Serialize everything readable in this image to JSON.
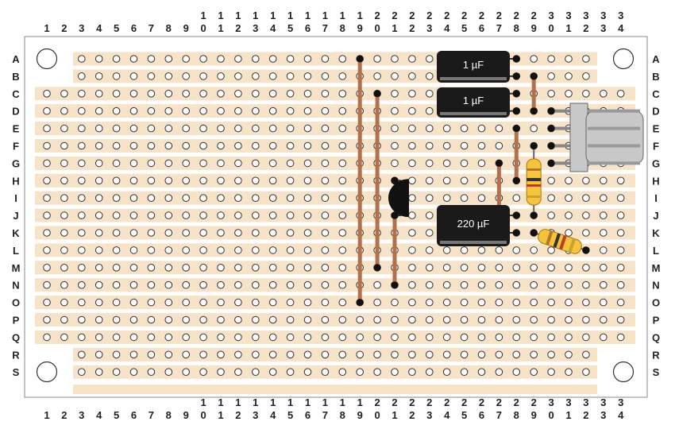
{
  "columns": [
    "1",
    "2",
    "3",
    "4",
    "5",
    "6",
    "7",
    "8",
    "9",
    "10",
    "11",
    "12",
    "13",
    "14",
    "15",
    "16",
    "17",
    "18",
    "19",
    "20",
    "21",
    "22",
    "23",
    "24",
    "25",
    "26",
    "27",
    "28",
    "29",
    "30",
    "31",
    "32",
    "33",
    "34"
  ],
  "rows": [
    "A",
    "B",
    "C",
    "D",
    "E",
    "F",
    "G",
    "H",
    "I",
    "J",
    "K",
    "L",
    "M",
    "N",
    "O",
    "P",
    "Q",
    "R",
    "S"
  ],
  "colors": {
    "board": "#ffffff",
    "track": "#f6e3c8",
    "hole": "#ffffff",
    "capacitor": "#1a1a1a",
    "wire": "#b2714a",
    "resistor": "#f5c43c",
    "connector": "#c8c8c8"
  },
  "components": {
    "capacitors": [
      {
        "label": "1 µF"
      },
      {
        "label": "1 µF"
      },
      {
        "label": "220 µF"
      }
    ],
    "transistor": {
      "icon": "to92-transistor-icon"
    },
    "resistors": [
      {
        "icon": "resistor-icon"
      },
      {
        "icon": "resistor-icon"
      }
    ],
    "connector": {
      "icon": "pin-header-connector-icon",
      "pins": 4
    }
  }
}
